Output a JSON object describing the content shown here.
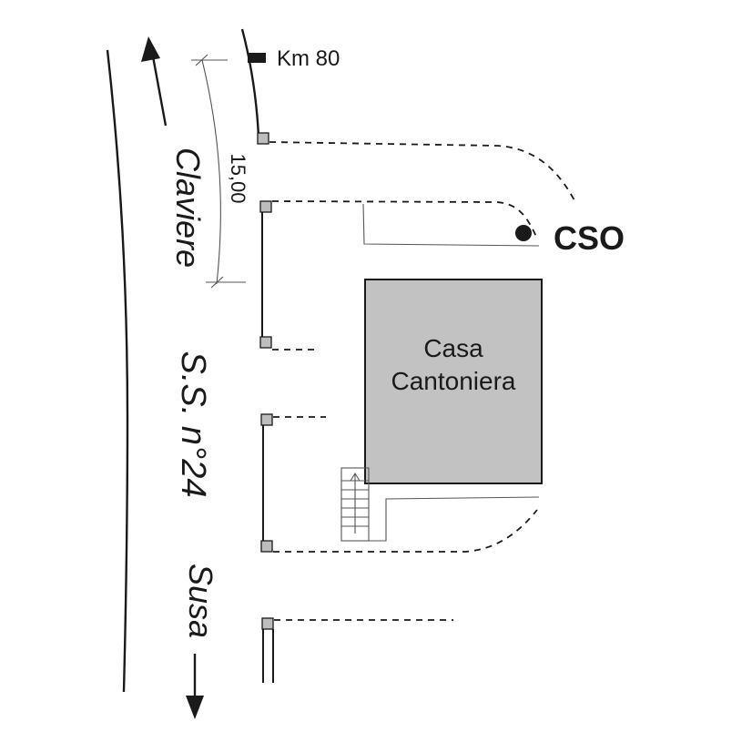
{
  "labels": {
    "km_marker": "Km 80",
    "dimension": "15,00",
    "direction_north": "Claviere",
    "road_name": "S.S. n°24",
    "direction_south": "Susa",
    "site": "CSO",
    "building_line1": "Casa",
    "building_line2": "Cantoniera"
  },
  "colors": {
    "building_fill": "#c2c2c2",
    "post_fill": "#bdbdbd",
    "ink": "#1a1a1a"
  },
  "icons": {
    "north_arrow": "arrow-up-icon",
    "south_arrow": "arrow-down-icon",
    "site_marker": "filled-circle-icon",
    "km_marker": "filled-rectangle-icon"
  }
}
